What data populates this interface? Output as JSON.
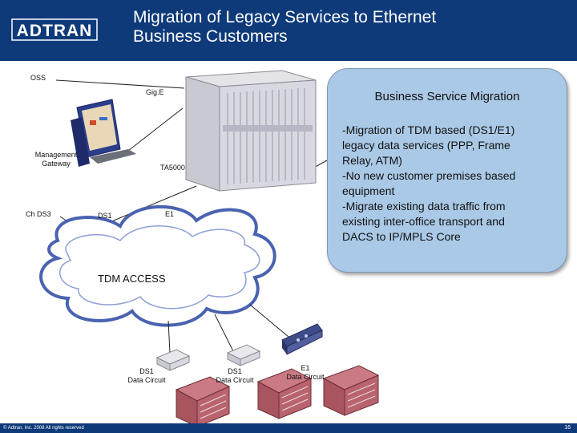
{
  "header": {
    "logo_text": "ADTRAN",
    "title_line1": "Migration of Legacy Services to Ethernet",
    "title_line2": "Business Customers"
  },
  "diagram": {
    "oss": "OSS",
    "gige": "Gig.E",
    "management_gateway_line1": "Management",
    "management_gateway_line2": "Gateway",
    "ta5000": "TA5000",
    "ch_ds3": "Ch DS3",
    "ds1": "DS1",
    "e1": "E1",
    "tdm_access": "TDM ACCESS",
    "endpoints": [
      {
        "line1": "DS1",
        "line2": "Data Circuit"
      },
      {
        "line1": "DS1",
        "line2": "Data Circuit"
      },
      {
        "line1": "E1",
        "line2": "Data Circuit"
      }
    ]
  },
  "callout": {
    "title": "Business Service Migration",
    "lines": [
      "-Migration of TDM based (DS1/E1)",
      "legacy data services (PPP, Frame",
      "Relay, ATM)",
      "-No new customer premises based",
      "equipment",
      "-Migrate existing data traffic from",
      "existing inter-office transport and",
      "DACS to IP/MPLS Core"
    ]
  },
  "footer": {
    "copyright": "© Adtran, Inc. 2008 All rights reserved",
    "page": "16"
  },
  "colors": {
    "header_bg": "#0e3a7a",
    "callout_bg": "#aac9e6",
    "cloud_fill": "#ffffff",
    "cloud_stroke": "#4a63b0",
    "building": "#a85560"
  }
}
